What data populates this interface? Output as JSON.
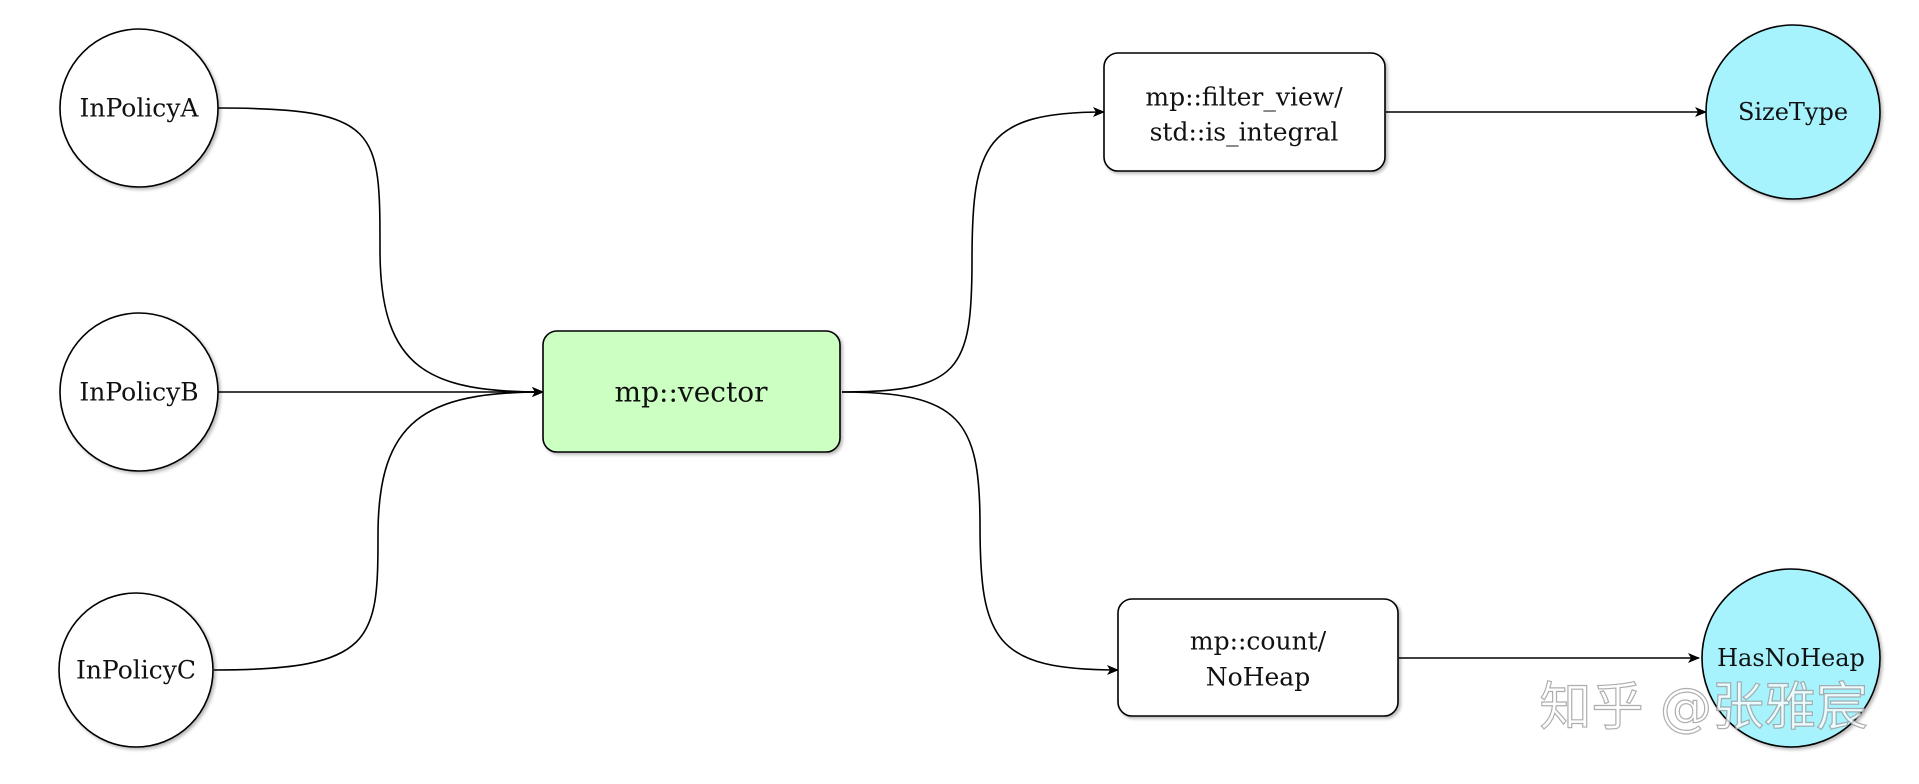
{
  "diagram": {
    "nodes": {
      "in_policy_a": {
        "label": "InPolicyA"
      },
      "in_policy_b": {
        "label": "InPolicyB"
      },
      "in_policy_c": {
        "label": "InPolicyC"
      },
      "vector": {
        "label": "mp::vector"
      },
      "filter": {
        "line1": "mp::filter_view/",
        "line2": "std::is_integral"
      },
      "count": {
        "line1": "mp::count/",
        "line2": "NoHeap"
      },
      "size_type": {
        "label": "SizeType"
      },
      "has_no_heap": {
        "label": "HasNoHeap"
      }
    },
    "colors": {
      "vector_fill": "#ccffc2",
      "output_fill": "#a6f3fd",
      "node_fill": "#ffffff",
      "stroke": "#000000"
    }
  },
  "watermark": {
    "text": "知乎 @张雅宸"
  }
}
